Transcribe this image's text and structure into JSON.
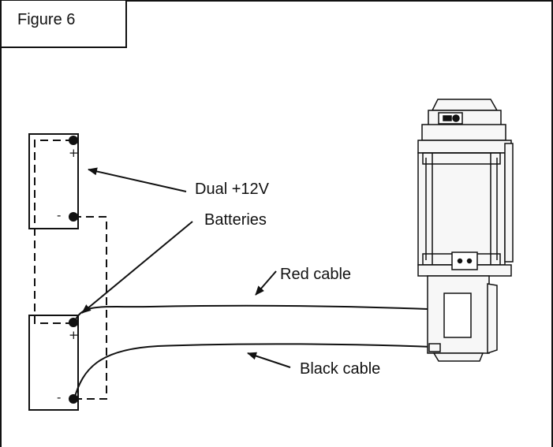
{
  "figure": {
    "title": "Figure 6"
  },
  "labels": {
    "dual": "Dual +12V",
    "batteries": "Batteries",
    "red_cable": "Red cable",
    "black_cable": "Black cable"
  },
  "terminals": {
    "plus": "+",
    "minus": "-"
  },
  "colors": {
    "ink": "#111111",
    "paper": "#ffffff",
    "winch_fill": "#f7f7f7"
  },
  "icons": [
    "winch-motor-icon",
    "battery-icon"
  ]
}
